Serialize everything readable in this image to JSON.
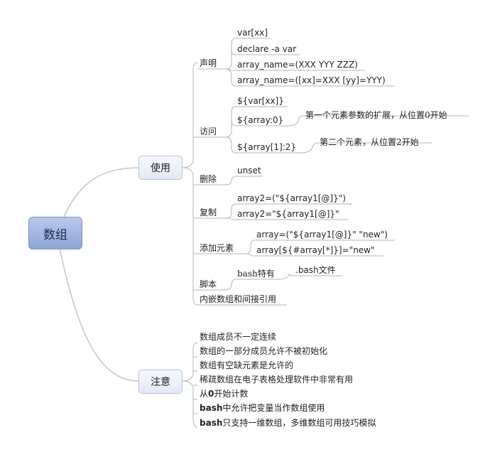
{
  "root": "数组",
  "branches": {
    "use": {
      "label": "使用",
      "declare": {
        "label": "声明",
        "items": [
          "var[xx]",
          "declare -a var",
          "array_name=(XXX YYY ZZZ)",
          "array_name=([xx]=XXX [yy]=YYY)"
        ]
      },
      "access": {
        "label": "访问",
        "items": [
          "${var[xx]}",
          "${array:0}",
          "${array[1]:2}"
        ],
        "notes": [
          "第一个元素参数的扩展，从位置0开始",
          "第二个元素，从位置2开始"
        ]
      },
      "delete": {
        "label": "删除",
        "items": [
          "unset"
        ]
      },
      "copy": {
        "label": "复制",
        "items": [
          "array2=(\"${array1[@]}\")",
          "array2=\"${array1[@]}\""
        ]
      },
      "add": {
        "label": "添加元素",
        "items": [
          "array=(\"${array1[@]}\" \"new\")",
          "array[${#array[*]}]=\"new\""
        ]
      },
      "script": {
        "label": "脚本",
        "child": "bash特有",
        "grandchild": ".bash文件"
      },
      "nested": {
        "label": "内嵌数组和间接引用"
      }
    },
    "note": {
      "label": "注意",
      "items": [
        "数组成员不一定连续",
        "数组的一部分成员允许不被初始化",
        "数组有空缺元素是允许的",
        "稀疏数组在电子表格处理软件中非常有用"
      ],
      "item5_bold": "0",
      "item5_pre": "从",
      "item5_post": "开始计数",
      "item6_bold": "bash",
      "item6_post": "中允许把变量当作数组使用",
      "item7_bold": "bash",
      "item7_post": "只支持一维数组，多维数组可用技巧模拟"
    }
  }
}
